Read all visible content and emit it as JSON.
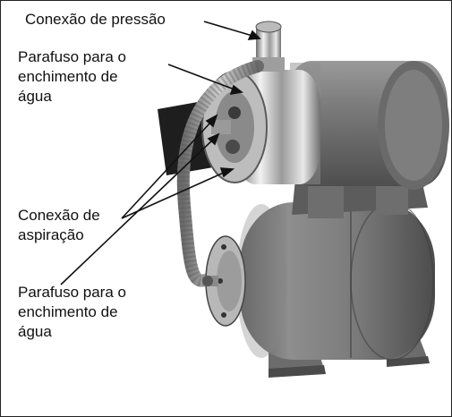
{
  "labels": {
    "pressure_connection": "Conexão de pressão",
    "fill_screw_top": [
      "Parafuso para o",
      "enchimento de",
      "água"
    ],
    "suction_connection": [
      "Conexão de",
      "aspiração"
    ],
    "fill_screw_bottom": [
      "Parafuso para o",
      "enchimento de",
      "água"
    ]
  },
  "colors": {
    "tank": "#7e7e7e",
    "tank_dark": "#4a4a4a",
    "motor": "#777777",
    "steel": "#d8d8d8",
    "leader_lines": "#111111"
  }
}
